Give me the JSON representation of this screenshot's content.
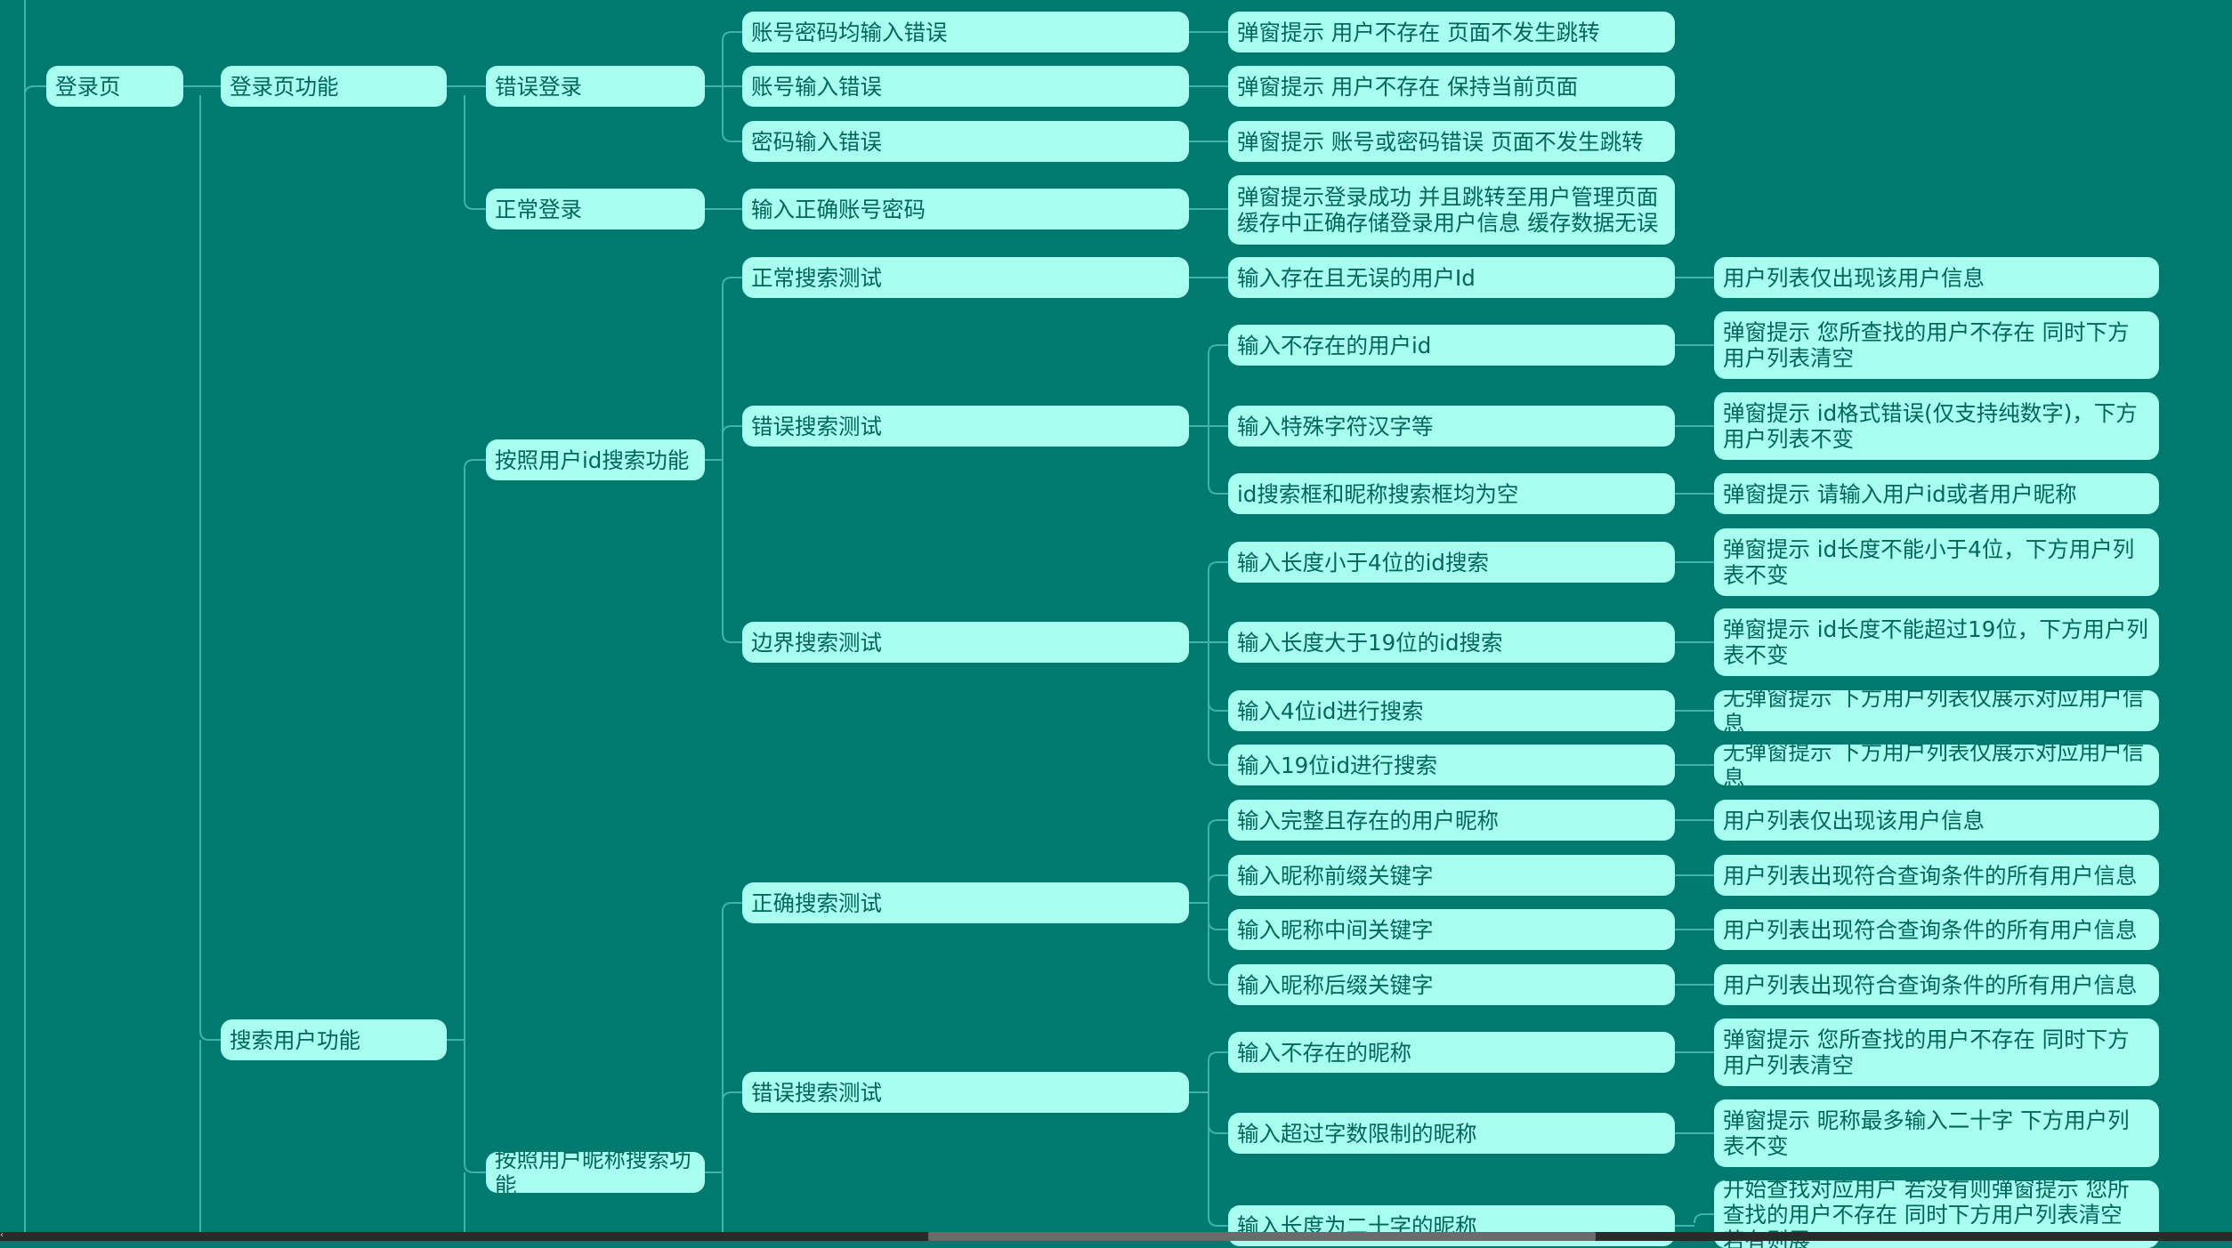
{
  "mindmap": {
    "root": "登录页",
    "l1": {
      "login_func": "登录页功能",
      "search_func": "搜索用户功能"
    },
    "l2": {
      "wrong_login": "错误登录",
      "normal_login": "正常登录",
      "search_by_id": "按照用户id搜索功能",
      "search_by_nick": "按照用户昵称搜索功能"
    },
    "l3": {
      "acct_pwd_wrong": "账号密码均输入错误",
      "acct_wrong": "账号输入错误",
      "pwd_wrong": "密码输入错误",
      "correct_input": "输入正确账号密码",
      "id_normal": "正常搜索测试",
      "id_error": "错误搜索测试",
      "id_boundary": "边界搜索测试",
      "nick_correct": "正确搜索测试",
      "nick_error": "错误搜索测试"
    },
    "l4": {
      "r1": "弹窗提示 用户不存在 页面不发生跳转",
      "r2": "弹窗提示 用户不存在 保持当前页面",
      "r3": "弹窗提示 账号或密码错误 页面不发生跳转",
      "r4": "弹窗提示登录成功  并且跳转至用户管理页面 缓存中正确存储登录用户信息  缓存数据无误",
      "id_exists": "输入存在且无误的用户Id",
      "id_not_exist": "输入不存在的用户id",
      "id_special": "输入特殊字符汉字等",
      "id_empty": "id搜索框和昵称搜索框均为空",
      "id_lt4": "输入长度小于4位的id搜索",
      "id_gt19": "输入长度大于19位的id搜索",
      "id_eq4": "输入4位id进行搜索",
      "id_eq19": "输入19位id进行搜索",
      "nick_full": "输入完整且存在的用户昵称",
      "nick_prefix": "输入昵称前缀关键字",
      "nick_mid": "输入昵称中间关键字",
      "nick_suffix": "输入昵称后缀关键字",
      "nick_not_exist": "输入不存在的昵称",
      "nick_over": "输入超过字数限制的昵称",
      "nick_20": "输入长度为二十字的昵称"
    },
    "l5": {
      "id_exists": "用户列表仅出现该用户信息",
      "id_not_exist": "弹窗提示 您所查找的用户不存在 同时下方用户列表清空",
      "id_special": "弹窗提示 id格式错误(仅支持纯数字)，下方用户列表不变",
      "id_empty": "弹窗提示 请输入用户id或者用户昵称",
      "id_lt4": "弹窗提示 id长度不能小于4位，下方用户列表不变",
      "id_gt19": "弹窗提示 id长度不能超过19位，下方用户列表不变",
      "id_eq4": "无弹窗提示 下方用户列表仅展示对应用户信息",
      "id_eq19": "无弹窗提示 下方用户列表仅展示对应用户信息",
      "nick_full": "用户列表仅出现该用户信息",
      "nick_prefix": "用户列表出现符合查询条件的所有用户信息",
      "nick_mid": "用户列表出现符合查询条件的所有用户信息",
      "nick_suffix": "用户列表出现符合查询条件的所有用户信息",
      "nick_not_exist": "弹窗提示 您所查找的用户不存在 同时下方用户列表清空",
      "nick_over": "弹窗提示 昵称最多输入二十字 下方用户列表不变",
      "nick_20": "开始查找对应用户 若没有则弹窗提示 您所查找的用户不存在 同时下方用户列表清空 若有则展"
    }
  },
  "colors": {
    "background": "#007a6e",
    "node_fill": "#a8fff0",
    "node_text": "#00665a",
    "connector": "#3fb3a6"
  }
}
